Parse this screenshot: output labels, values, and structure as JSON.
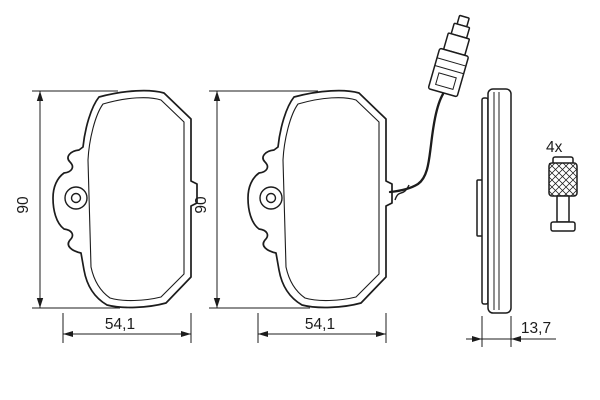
{
  "dimensions": {
    "pad_height_left": "90",
    "pad_height_right": "90",
    "pad_width_left": "54,1",
    "pad_width_right": "54,1",
    "pad_thickness": "13,7",
    "bolt_quantity": "4x"
  },
  "colors": {
    "line": "#1c1c1c",
    "background": "#ffffff"
  }
}
